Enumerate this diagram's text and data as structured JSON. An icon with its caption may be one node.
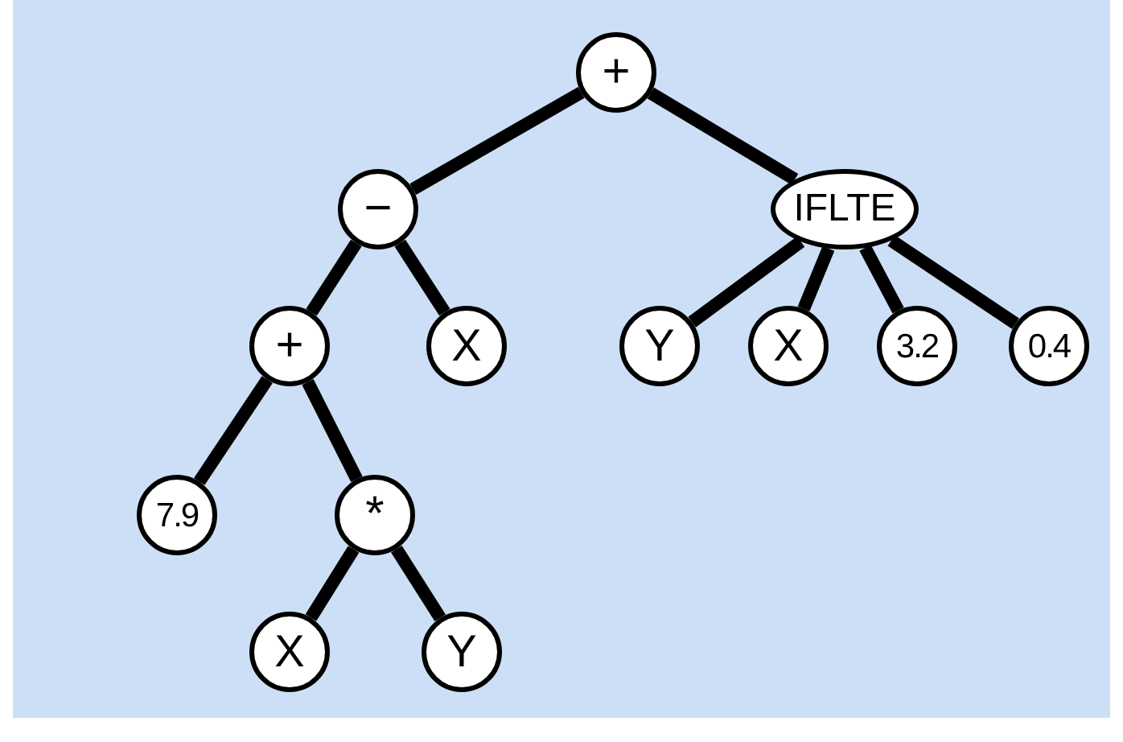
{
  "diagram": {
    "nodes": [
      {
        "text": [
          "+"
        ]
      },
      {
        "text": [
          "−"
        ]
      },
      {
        "text": [
          "IFLTE"
        ]
      },
      {
        "text": [
          "+"
        ]
      },
      {
        "text": [
          "X"
        ]
      },
      {
        "text": [
          "Y"
        ]
      },
      {
        "text": [
          "X"
        ]
      },
      {
        "text": [
          "3.2"
        ]
      },
      {
        "text": [
          "0.4"
        ]
      },
      {
        "text": [
          "7.9"
        ]
      },
      {
        "text": [
          "*"
        ]
      },
      {
        "text": [
          "X"
        ]
      },
      {
        "text": [
          "Y"
        ]
      }
    ],
    "edges": [
      {
        "from": 0,
        "to": 1,
        "arrow": "none"
      },
      {
        "from": 0,
        "to": 2,
        "arrow": "none"
      },
      {
        "from": 1,
        "to": 3,
        "arrow": "none"
      },
      {
        "from": 1,
        "to": 4,
        "arrow": "none"
      },
      {
        "from": 2,
        "to": 5,
        "arrow": "none"
      },
      {
        "from": 2,
        "to": 6,
        "arrow": "none"
      },
      {
        "from": 2,
        "to": 7,
        "arrow": "none"
      },
      {
        "from": 2,
        "to": 8,
        "arrow": "none"
      },
      {
        "from": 3,
        "to": 9,
        "arrow": "none"
      },
      {
        "from": 3,
        "to": 10,
        "arrow": "none"
      },
      {
        "from": 10,
        "to": 11,
        "arrow": "none"
      },
      {
        "from": 10,
        "to": 12,
        "arrow": "none"
      }
    ]
  }
}
